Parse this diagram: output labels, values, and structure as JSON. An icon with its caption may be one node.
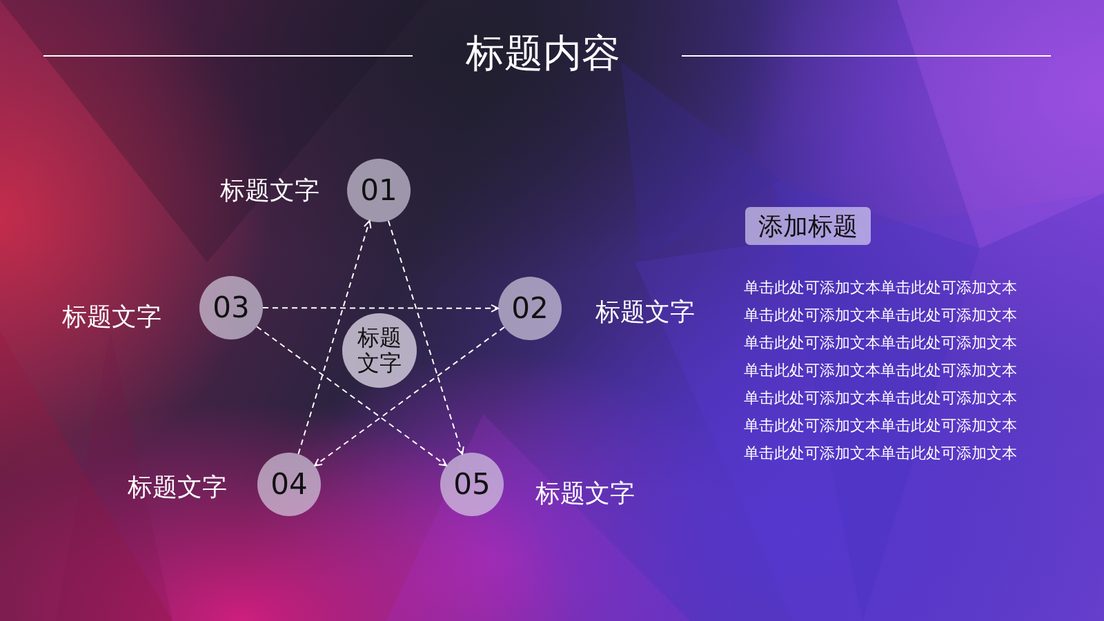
{
  "diagram": {
    "title": "标题内容",
    "nodes": [
      {
        "text": [
          "01"
        ],
        "beside": [
          "标题文字"
        ]
      },
      {
        "text": [
          "02"
        ],
        "beside": [
          "标题文字"
        ]
      },
      {
        "text": [
          "03"
        ],
        "beside": [
          "标题文字"
        ]
      },
      {
        "text": [
          "04"
        ],
        "beside": [
          "标题文字"
        ]
      },
      {
        "text": [
          "05"
        ],
        "beside": [
          "标题文字"
        ]
      },
      {
        "text": [
          "标题文字"
        ]
      },
      {
        "text": [
          "添加标题"
        ]
      }
    ],
    "edges": [
      {
        "from": 2,
        "to": 1,
        "arrow": "to",
        "style": "dashed"
      },
      {
        "from": 1,
        "to": 3,
        "arrow": "to",
        "style": "dashed"
      },
      {
        "from": 3,
        "to": 0,
        "arrow": "to",
        "style": "dashed"
      },
      {
        "from": 0,
        "to": 4,
        "arrow": "to",
        "style": "dashed"
      },
      {
        "from": 2,
        "to": 4,
        "arrow": "to",
        "style": "dashed"
      }
    ],
    "labels": [
      "单击此处可添加文本单击此处可添加文本单击此处可添加文本单击此处可添加文本单击此处可添加文本单击此处可添加文本单击此处可添加文本单击此处可添加文本单击此处可添加文本单击此处可添加文本单击此处可添加文本单击此处可添加文本单击此处可添加文本单击此处可添加文本"
    ]
  }
}
